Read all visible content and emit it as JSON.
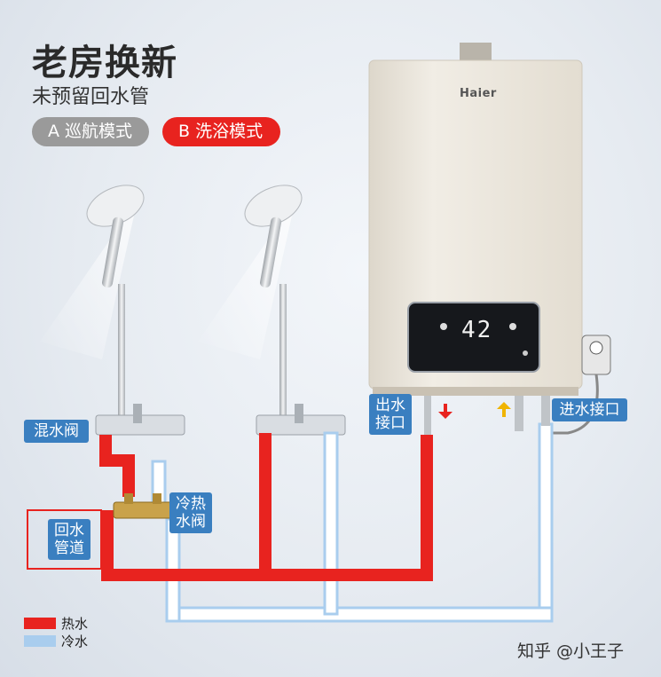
{
  "header": {
    "title": "老房换新",
    "subtitle": "未预留回水管"
  },
  "modes": {
    "mode_a": "A 巡航模式",
    "mode_b": "B 洗浴模式"
  },
  "heater": {
    "brand": "Haier",
    "display_temp": "42"
  },
  "labels": {
    "mixing_valve": "混水阀",
    "water_outlet": "出水接口",
    "water_inlet": "进水接口",
    "hot_cold_valve": "冷热水阀",
    "return_pipe": "回水管道"
  },
  "legend": {
    "hot": "热水",
    "cold": "冷水",
    "hot_color": "#e8231f",
    "cold_color": "#a9cdee"
  },
  "watermark": "知乎 @小王子"
}
